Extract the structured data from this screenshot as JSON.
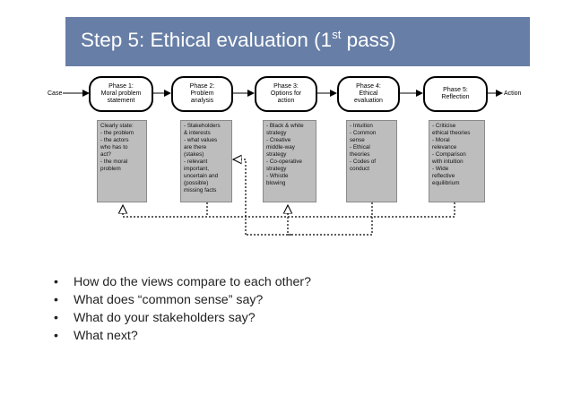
{
  "slide": {
    "title_main": "Step 5: Ethical evaluation (1",
    "title_sup": "st",
    "title_end": " pass)"
  },
  "diagram": {
    "input_label": "Case",
    "output_label": "Action",
    "phases": [
      {
        "line1": "Phase 1:",
        "line2": "Moral problem",
        "line3": "statement"
      },
      {
        "line1": "Phase 2:",
        "line2": "Problem",
        "line3": "analysis"
      },
      {
        "line1": "Phase 3:",
        "line2": "Options for",
        "line3": "action"
      },
      {
        "line1": "Phase 4:",
        "line2": "Ethical",
        "line3": "evaluation"
      },
      {
        "line1": "Phase 5:",
        "line2": "Reflection",
        "line3": ""
      }
    ],
    "notes": [
      "Clearly state:\n- the problem\n- the actors\nwho has to\nact?\n- the moral\nproblem",
      "- Stakeholders\n& interests\n- what values\nare there\n(stakes)\n- relevant\nimportant,\nuncertain and\n(possible)\nmissing facts",
      "- Black & white\nstrategy\n- Creative\nmiddle-way\nstrategy\n- Co-operative\nstrategy\n- Whistle\nblowing",
      "- Intuition\n- Common\nsense\n- Ethical\ntheories\n- Codes of\nconduct",
      "- Criticise\nethical theories\n- Moral\nrelevance\n- Comparison\nwith intuition\n- Wide\nreflective\nequilibrium"
    ]
  },
  "bullets": [
    "How do the views compare to each other?",
    "What does “common sense” say?",
    "What do your stakeholders say?",
    "What next?"
  ],
  "bullet_glyph": "•",
  "colors": {
    "title_bar": "#677ea6",
    "note_fill": "#bdbdbd"
  }
}
